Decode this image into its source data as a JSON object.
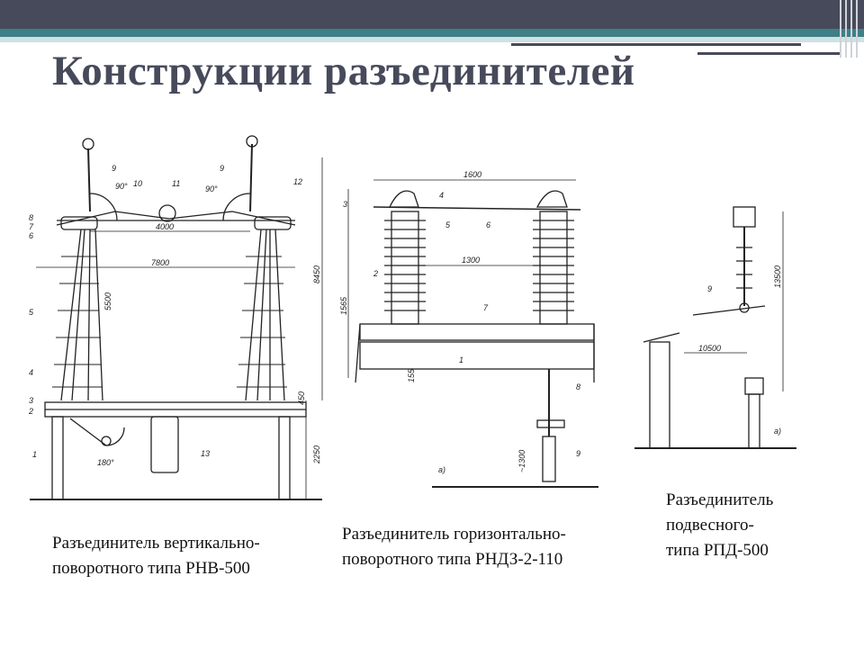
{
  "slide": {
    "title": "Конструкции разъединителей"
  },
  "figures": [
    {
      "caption": "Разъединитель вертикально-\nповоротного типа РНВ-500",
      "labels": {
        "n1": "1",
        "n2": "2",
        "n3": "3",
        "n4": "4",
        "n5": "5",
        "n6": "6",
        "n7": "7",
        "n8": "8",
        "n9a": "9",
        "n9b": "9",
        "n10": "10",
        "n11": "11",
        "n12": "12",
        "n13": "13",
        "angle_left": "90°",
        "angle_right": "90°",
        "angle_bottom": "180°",
        "dim_4000": "4000",
        "dim_7800": "7800",
        "dim_5500": "5500",
        "dim_8450": "8450",
        "dim_450": "450",
        "dim_2250": "2250"
      }
    },
    {
      "caption": "Разъединитель горизонтально-\nповоротного типа РНДЗ-2-110",
      "labels": {
        "n1": "1",
        "n2": "2",
        "n3": "3",
        "n4": "4",
        "n5": "5",
        "n6": "6",
        "n7": "7",
        "n8": "8",
        "n9": "9",
        "dim_1600": "1600",
        "dim_1300": "1300",
        "dim_1565": "1565",
        "dim_155": "155",
        "dim_1300b": "~1300",
        "sub": "а)"
      }
    },
    {
      "caption": "Разъединитель\nподвесного-\nтипа РПД-500",
      "labels": {
        "n9": "9",
        "dim_13500": "13500",
        "dim_10500": "10500",
        "sub": "а)"
      }
    }
  ]
}
